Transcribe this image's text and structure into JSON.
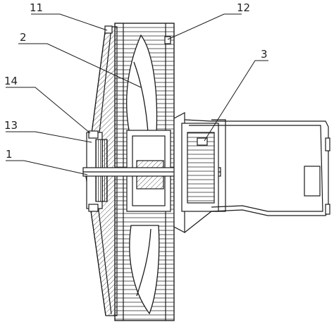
{
  "labels": {
    "n11": "11",
    "n12": "12",
    "n2": "2",
    "n3": "3",
    "n14": "14",
    "n13": "13",
    "n1": "1"
  },
  "colors": {
    "stroke": "#1a1a1a",
    "hatch": "#333333",
    "background": "#ffffff"
  }
}
